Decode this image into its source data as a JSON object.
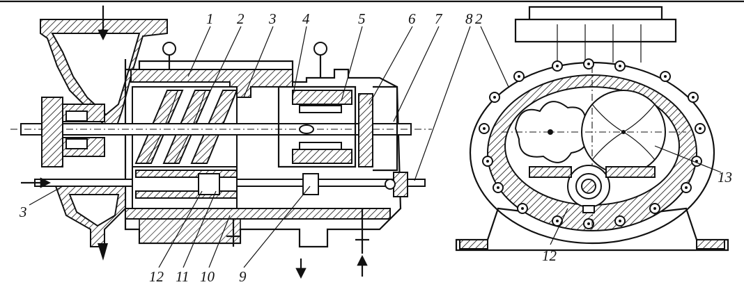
{
  "diagram": {
    "labels_side_view": [
      "1",
      "2",
      "3",
      "4",
      "5",
      "6",
      "7",
      "8",
      "3",
      "12",
      "11",
      "10",
      "9"
    ],
    "labels_end_view": [
      "2",
      "13",
      "12"
    ]
  },
  "colors": {
    "ink": "#111111",
    "paper": "#ffffff"
  }
}
